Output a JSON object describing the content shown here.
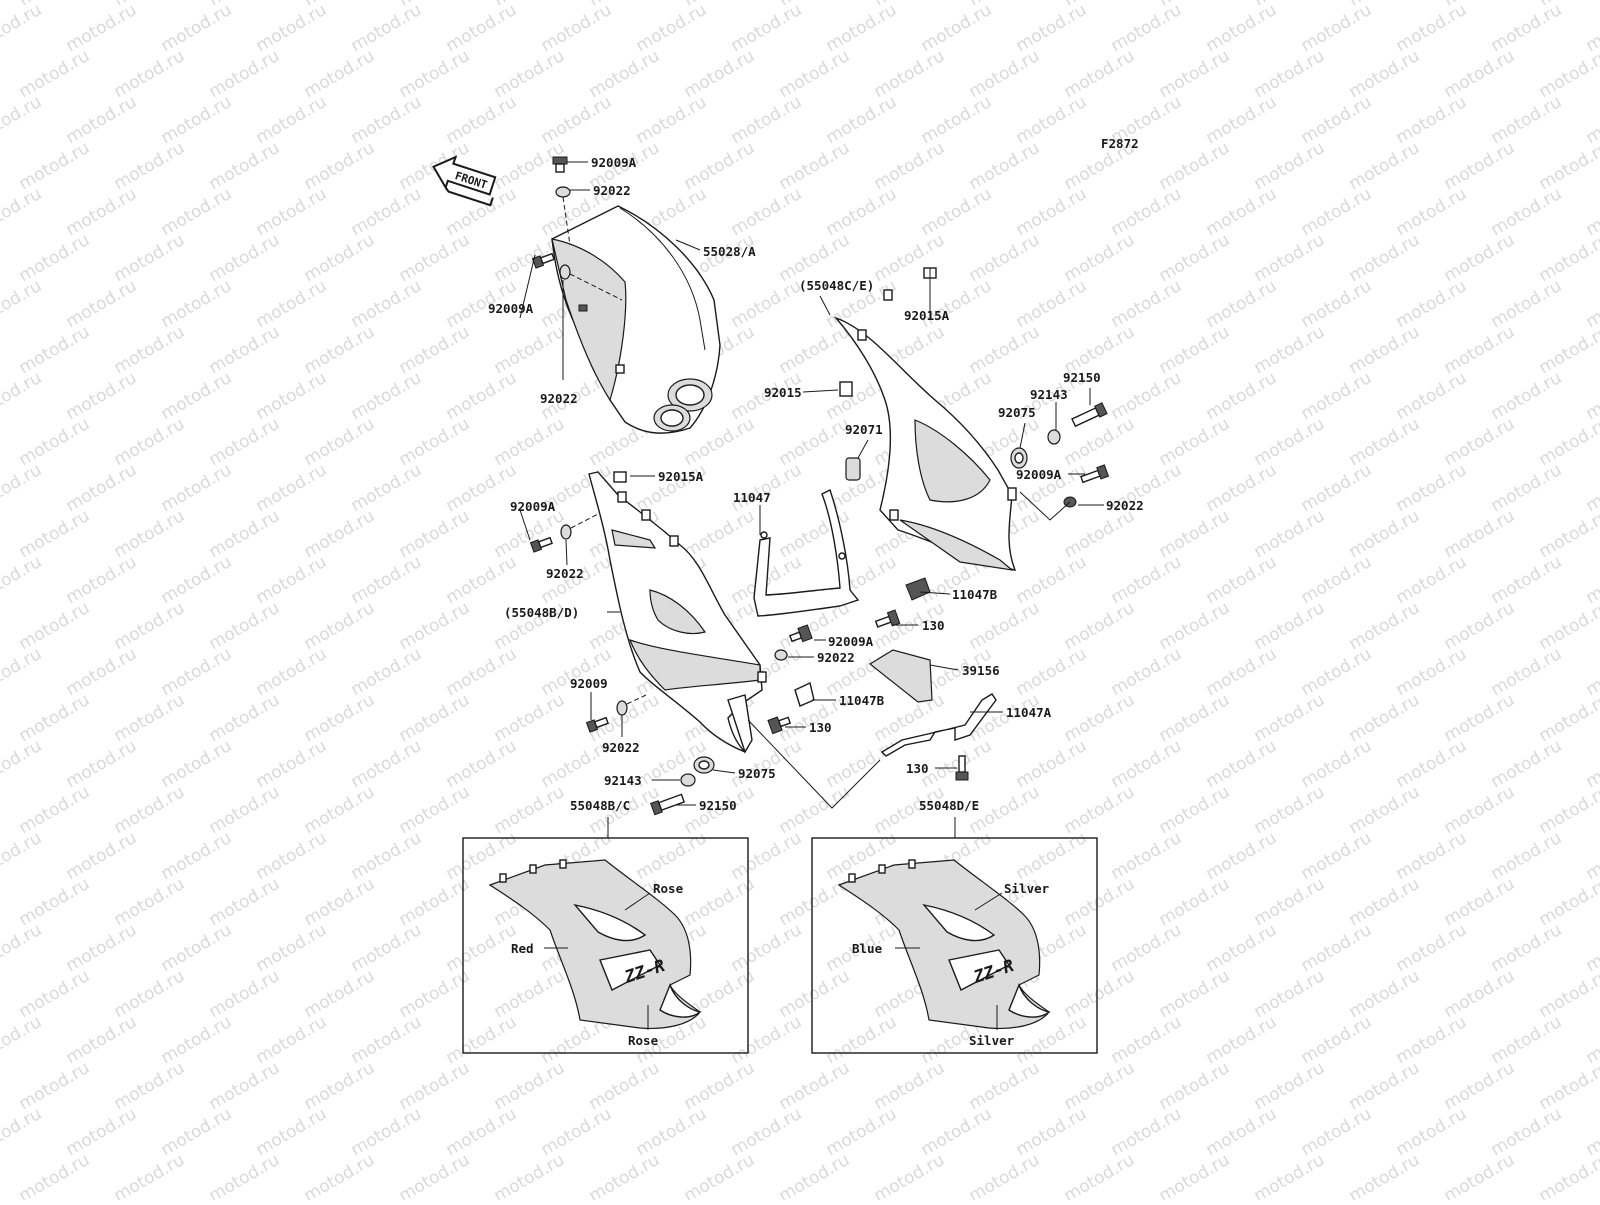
{
  "diagram_code": "F2872",
  "front_label": "FRONT",
  "watermark_text": "motod.ru",
  "callouts": {
    "c_92009A_top": "92009A",
    "c_92022_top": "92022",
    "c_55028A": "55028/A",
    "c_92009A_left1": "92009A",
    "c_92022_left1": "92022",
    "c_55048CE_paren": "(55048C/E)",
    "c_92015A_right": "92015A",
    "c_92150_right": "92150",
    "c_92143_right": "92143",
    "c_92075_right": "92075",
    "c_92015": "92015",
    "c_92071": "92071",
    "c_92009A_right": "92009A",
    "c_92022_right": "92022",
    "c_92015A_left": "92015A",
    "c_11047": "11047",
    "c_92009A_left2": "92009A",
    "c_92022_left2": "92022",
    "c_11047B_upper": "11047B",
    "c_130_upper": "130",
    "c_55048BD_paren": "(55048B/D)",
    "c_92009A_center": "92009A",
    "c_92022_center": "92022",
    "c_39156": "39156",
    "c_92009": "92009",
    "c_11047B_lower": "11047B",
    "c_11047A": "11047A",
    "c_92022_left3": "92022",
    "c_130_mid": "130",
    "c_92075_left": "92075",
    "c_130_lower": "130",
    "c_92143_left": "92143",
    "c_92150_left": "92150",
    "c_55048BC": "55048B/C",
    "c_55048DE": "55048D/E"
  },
  "variant_left": {
    "rose_top": "Rose",
    "red": "Red",
    "rose_bottom": "Rose",
    "logo": "ZZ-R"
  },
  "variant_right": {
    "silver_top": "Silver",
    "blue": "Blue",
    "silver_bottom": "Silver",
    "logo": "ZZ-R"
  }
}
